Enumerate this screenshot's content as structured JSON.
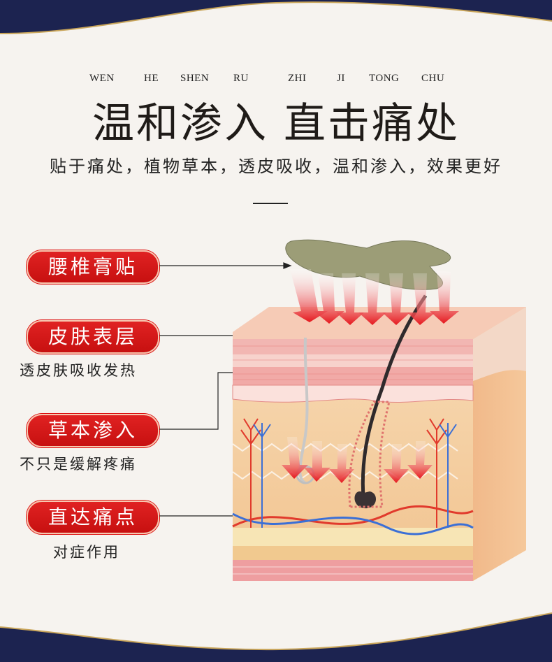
{
  "pinyin": [
    {
      "text": "WEN"
    },
    {
      "text": "HE"
    },
    {
      "text": "SHEN"
    },
    {
      "text": "RU"
    },
    {
      "text": "ZHI"
    },
    {
      "text": "JI"
    },
    {
      "text": "TONG"
    },
    {
      "text": "CHU"
    }
  ],
  "title": "温和渗入 直击痛处",
  "subtitle": "贴于痛处，植物草本，透皮吸收，温和渗入，效果更好",
  "labels": [
    {
      "title": "腰椎膏贴",
      "desc": ""
    },
    {
      "title": "皮肤表层",
      "desc": "透皮肤吸收发热"
    },
    {
      "title": "草本渗入",
      "desc": "不只是缓解疼痛"
    },
    {
      "title": "直达痛点",
      "desc": "对症作用"
    }
  ],
  "colors": {
    "background": "#f6f3ef",
    "frame": "#1c2350",
    "accent_red": "#d41a1a",
    "gold": "#c9a55a"
  }
}
